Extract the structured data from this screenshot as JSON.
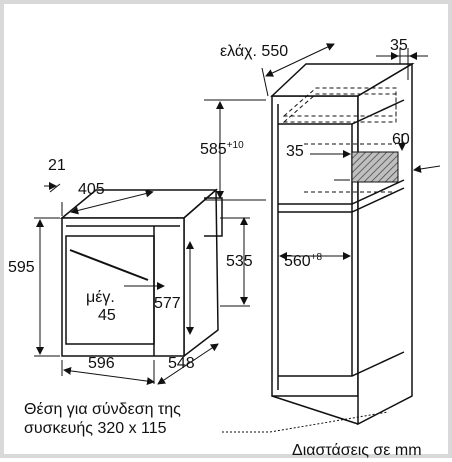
{
  "title": "",
  "labels": {
    "min_width": "ελάχ. 550",
    "depth_35_top": "35",
    "niche_height": "585",
    "niche_height_tol": "+10",
    "vent_35": "35",
    "vent_60": "60",
    "niche_width": "560",
    "niche_width_tol": "+8",
    "side_21": "21",
    "depth_405": "405",
    "height_595": "595",
    "min_45": "μέγ.\n45",
    "min_label": "μέγ.",
    "min_value": "45",
    "height_535": "535",
    "height_577": "577",
    "width_596": "596",
    "depth_548": "548",
    "connection_line1": "Θέση για σύνδεση της",
    "connection_line2": "συσκευής 320 x 115",
    "units": "Διαστάσεις σε mm"
  },
  "colors": {
    "line": "#111111",
    "hatch": "#555555",
    "hatch_fill": "#bfbfbf",
    "border": "#d9d9d9"
  }
}
